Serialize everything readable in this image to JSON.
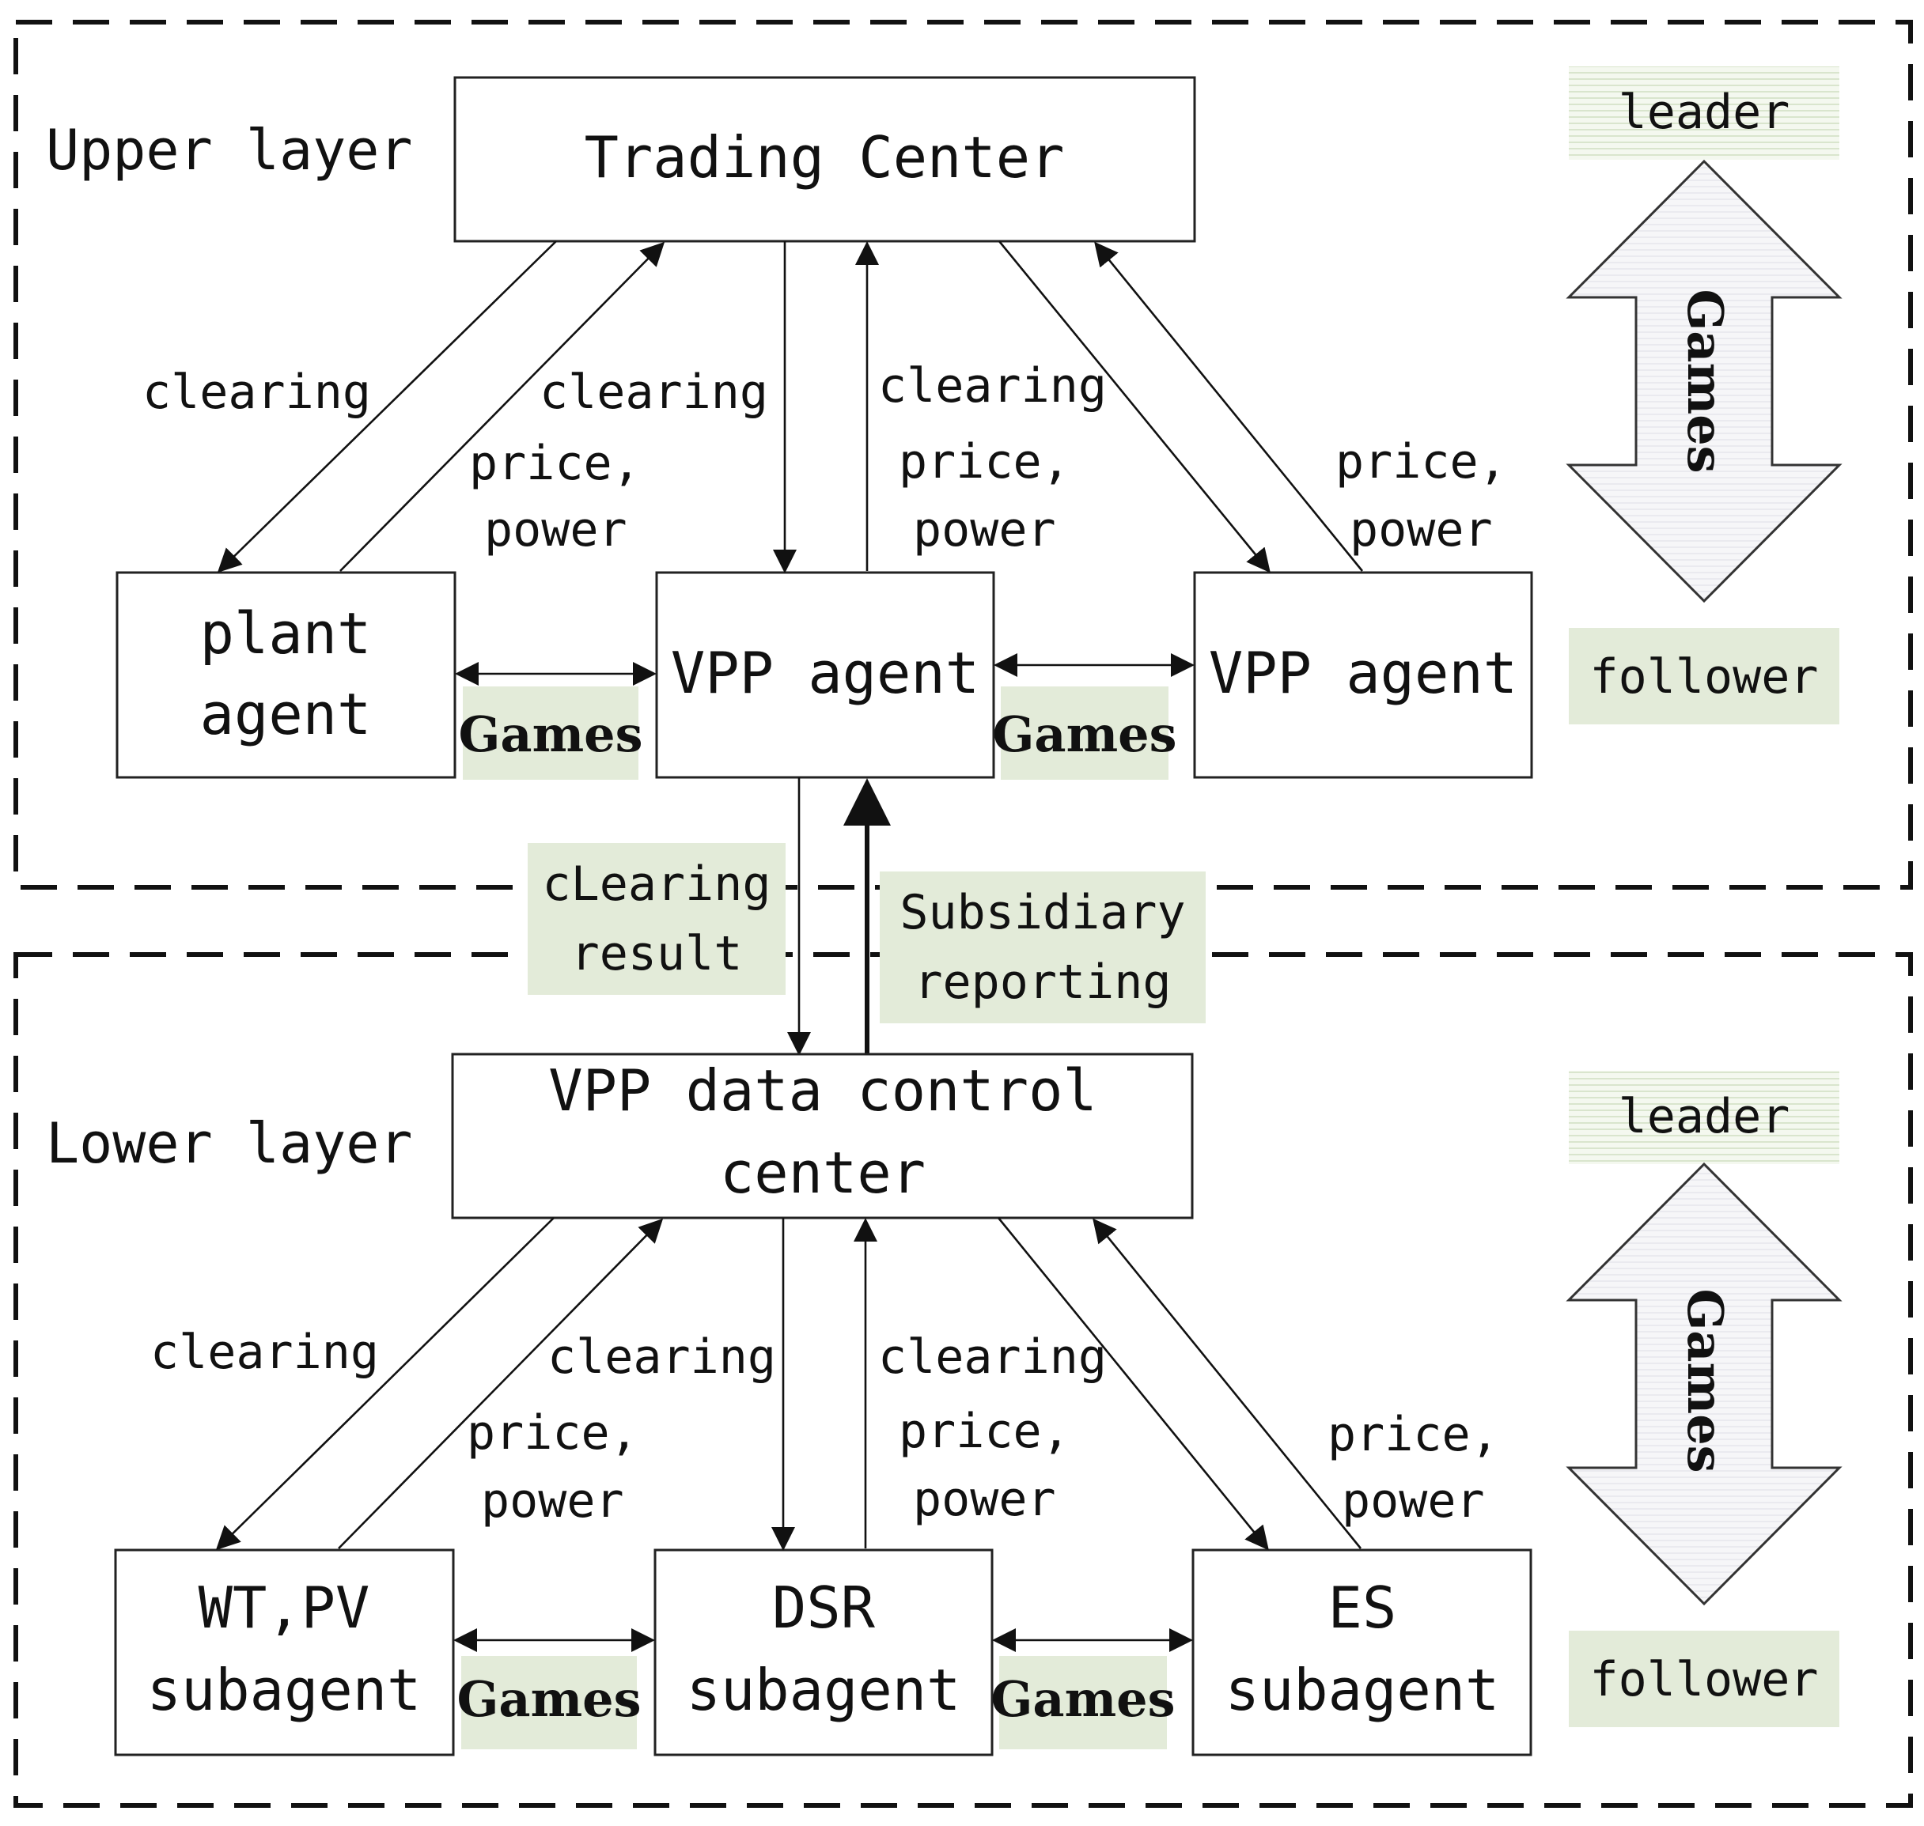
{
  "layers": {
    "upper": "Upper layer",
    "lower": "Lower layer"
  },
  "upper": {
    "trading_center": "Trading Center",
    "plant_agent": [
      "plant",
      "agent"
    ],
    "vpp_agent_1": "VPP agent",
    "vpp_agent_2": "VPP agent",
    "edge_labels": {
      "left_clearing": "clearing",
      "left_bid": [
        "clearing",
        "price,",
        "power"
      ],
      "mid_bid": [
        "clearing",
        "price,",
        "power"
      ],
      "right_bid": [
        "price,",
        "power"
      ]
    },
    "games_left": "Games",
    "games_right": "Games"
  },
  "middle": {
    "clearing_result": [
      "cLearing",
      "result"
    ],
    "subsidiary_reporting": [
      "Subsidiary",
      "reporting"
    ]
  },
  "lower": {
    "data_center": [
      "VPP data control",
      "center"
    ],
    "wt_pv": [
      "WT,PV",
      "subagent"
    ],
    "dsr": [
      "DSR",
      "subagent"
    ],
    "es": [
      "ES",
      "subagent"
    ],
    "edge_labels": {
      "left_clearing": "clearing",
      "left_bid": [
        "clearing",
        "price,",
        "power"
      ],
      "mid_bid": [
        "clearing",
        "price,",
        "power"
      ],
      "right_bid": [
        "price,",
        "power"
      ]
    },
    "games_left": "Games",
    "games_right": "Games"
  },
  "legend_upper": {
    "leader": "leader",
    "games": "Games",
    "follower": "follower"
  },
  "legend_lower": {
    "leader": "leader",
    "games": "Games",
    "follower": "follower"
  },
  "colors": {
    "tag_bg": "#e3ebd9",
    "arrow_fill": "#f4f4f6",
    "line": "#111111"
  }
}
